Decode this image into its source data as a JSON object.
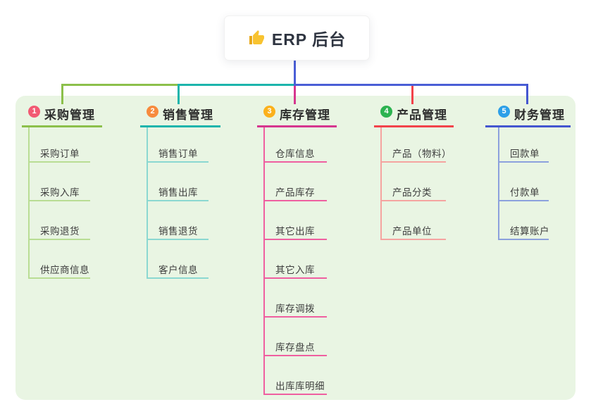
{
  "root": {
    "label": "ERP 后台",
    "icon": "thumbs-up",
    "icon_color": "#f8c330"
  },
  "connector": {
    "root_line_color": "#4a5ed6"
  },
  "panel": {
    "bg": "#e9f5e3"
  },
  "branches": [
    {
      "index": "1",
      "label": "采购管理",
      "badge_color": "#f25a73",
      "line_color": "#8cc04b",
      "child_line_color": "#b9dd94",
      "children": [
        "采购订单",
        "采购入库",
        "采购退货",
        "供应商信息"
      ]
    },
    {
      "index": "2",
      "label": "销售管理",
      "badge_color": "#f78b3d",
      "line_color": "#1cb5ac",
      "child_line_color": "#8bd8d1",
      "children": [
        "销售订单",
        "销售出库",
        "销售退货",
        "客户信息"
      ]
    },
    {
      "index": "3",
      "label": "库存管理",
      "badge_color": "#fbb11c",
      "line_color": "#d6368f",
      "child_line_color": "#ef5fa0",
      "children": [
        "仓库信息",
        "产品库存",
        "其它出库",
        "其它入库",
        "库存调拨",
        "库存盘点",
        "出库库明细"
      ]
    },
    {
      "index": "4",
      "label": "产品管理",
      "badge_color": "#2cb350",
      "line_color": "#f2434b",
      "child_line_color": "#f5a4a0",
      "children": [
        "产品（物料）",
        "产品分类",
        "产品单位"
      ]
    },
    {
      "index": "5",
      "label": "财务管理",
      "badge_color": "#2d9fe8",
      "line_color": "#4456d0",
      "child_line_color": "#8ca1dd",
      "children": [
        "回款单",
        "付款单",
        "结算账户"
      ]
    }
  ]
}
